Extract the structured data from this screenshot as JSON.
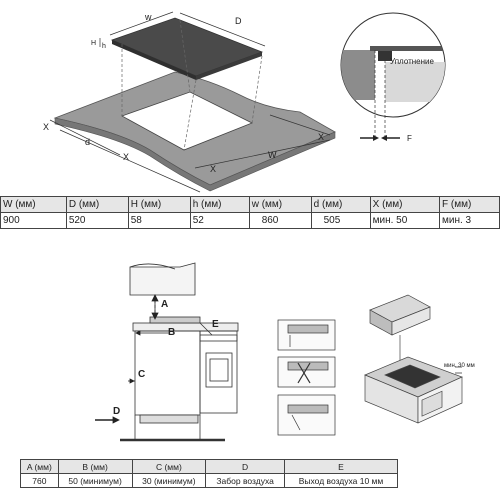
{
  "diagram": {
    "top_labels": {
      "w_top": "w",
      "D_top": "D",
      "H": "H",
      "h": "h",
      "X": "X",
      "d": "d",
      "W": "W",
      "seal": "Уплотнение",
      "F": "F"
    },
    "bottom_labels": {
      "A": "A",
      "B": "B",
      "C": "C",
      "D": "D",
      "E": "E",
      "min30": "мин. 30 мм"
    }
  },
  "table1": {
    "headers": [
      "W (мм)",
      "D (мм)",
      "H (мм)",
      "h (мм)",
      "w (мм)",
      "d (мм)",
      "X (мм)",
      "F (мм)"
    ],
    "values": [
      "900",
      "520",
      "58",
      "52",
      "860",
      "505",
      "мин. 50",
      "мин. 3"
    ]
  },
  "table2": {
    "headers": [
      "A (мм)",
      "B (мм)",
      "C (мм)",
      "D",
      "E"
    ],
    "values": [
      "760",
      "50 (минимум)",
      "30 (минимум)",
      "Забор воздуха",
      "Выход воздуха 10 мм"
    ]
  }
}
